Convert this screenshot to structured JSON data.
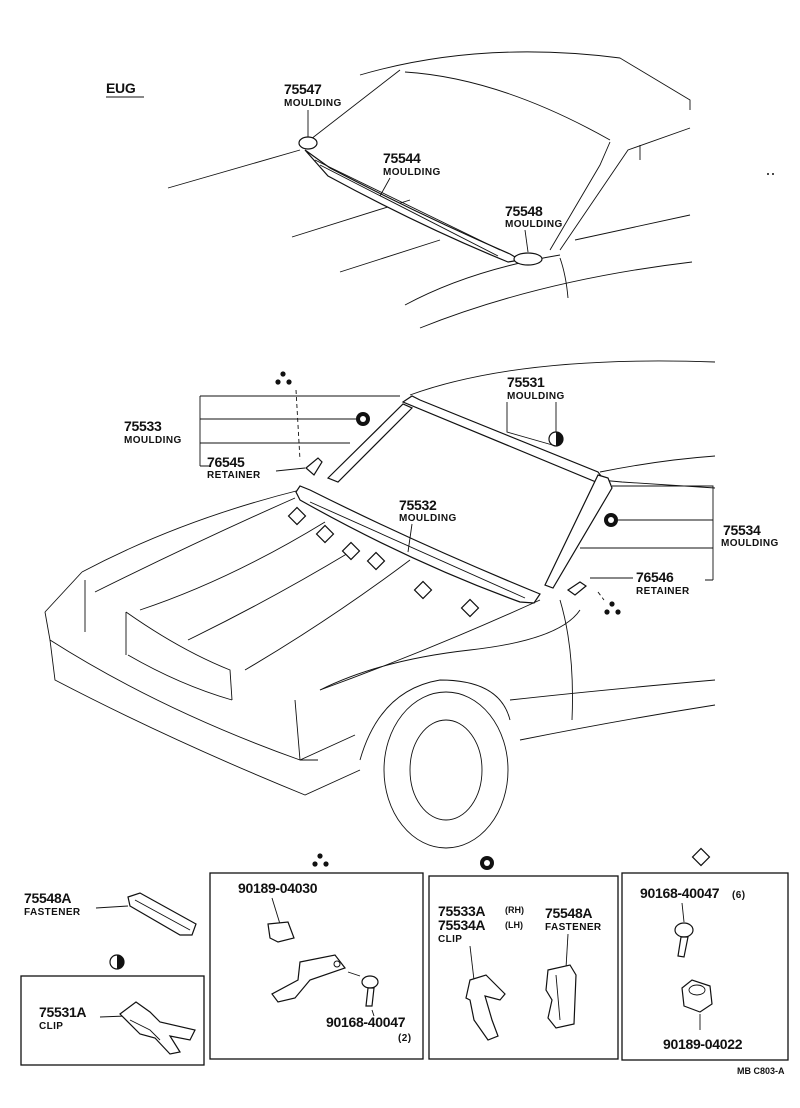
{
  "variant": "EUG",
  "top_parts": [
    {
      "number": "75547",
      "name": "MOULDING"
    },
    {
      "number": "75544",
      "name": "MOULDING"
    },
    {
      "number": "75548",
      "name": "MOULDING"
    }
  ],
  "main_parts": [
    {
      "number": "75531",
      "name": "MOULDING"
    },
    {
      "number": "75533",
      "name": "MOULDING"
    },
    {
      "number": "76545",
      "name": "RETAINER"
    },
    {
      "number": "75532",
      "name": "MOULDING"
    },
    {
      "number": "75534",
      "name": "MOULDING"
    },
    {
      "number": "76546",
      "name": "RETAINER"
    }
  ],
  "detail": {
    "fastener_a": {
      "number": "75548A",
      "name": "FASTENER"
    },
    "clip_75531a": {
      "number": "75531A",
      "name": "CLIP"
    },
    "box_tri": {
      "part1": "90189-04030",
      "part2": "90168-40047",
      "qty": "(2)"
    },
    "box_clip": {
      "num1": "75533A",
      "side1": "(RH)",
      "num2": "75534A",
      "side2": "(LH)",
      "name": "CLIP"
    },
    "fastener_b": {
      "number": "75548A",
      "name": "FASTENER"
    },
    "box_sq": {
      "part1": "90168-40047",
      "qty": "(6)",
      "part2": "90189-04022"
    }
  },
  "symbols": {
    "tri_dots": "three-dots-icon",
    "ring": "ring-circle-icon",
    "half": "half-filled-circle-icon",
    "diamond": "diamond-square-icon"
  },
  "footer_code": "MB C803-A"
}
